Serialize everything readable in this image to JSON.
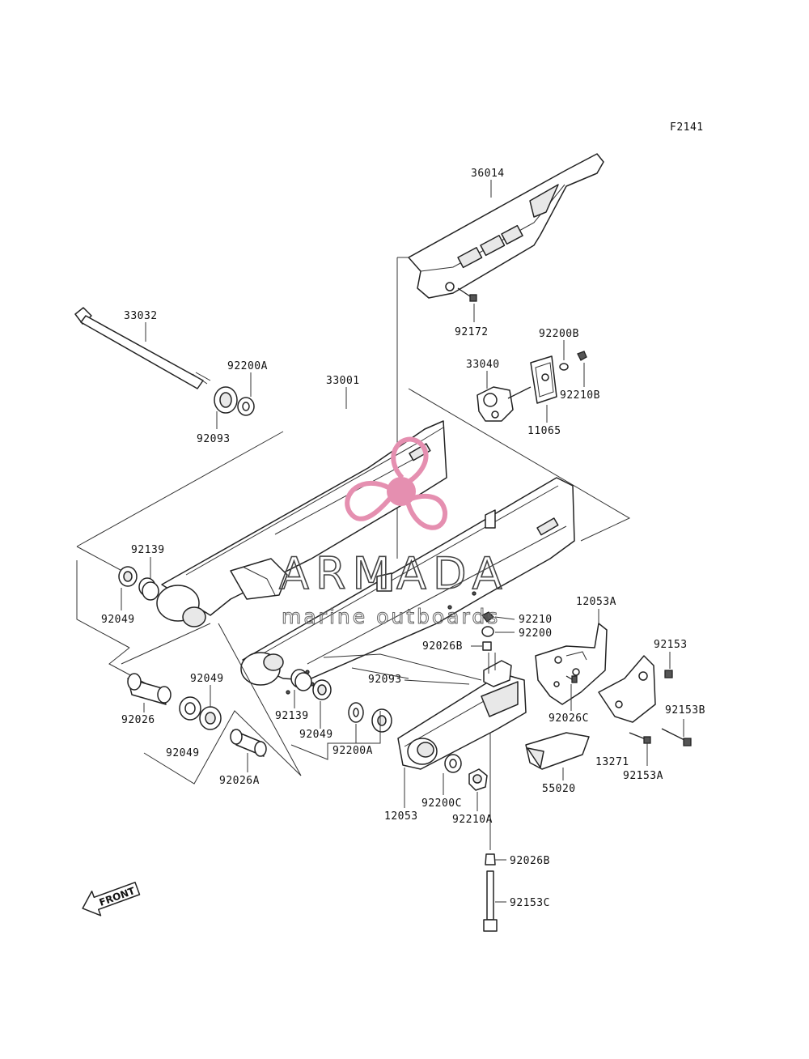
{
  "diagram_code": "F2141",
  "watermark": {
    "brand": "ARMADA",
    "tagline": "marine outboards",
    "logo_color": "#e58fb0",
    "logo": "propeller-logo"
  },
  "direction_marker": "FRONT",
  "parts": [
    {
      "id": "p36014",
      "number": "36014"
    },
    {
      "id": "p92172",
      "number": "92172"
    },
    {
      "id": "p92200B",
      "number": "92200B"
    },
    {
      "id": "p33040",
      "number": "33040"
    },
    {
      "id": "p92210B",
      "number": "92210B"
    },
    {
      "id": "p11065",
      "number": "11065"
    },
    {
      "id": "p33032",
      "number": "33032"
    },
    {
      "id": "p92200A_top",
      "number": "92200A"
    },
    {
      "id": "p33001",
      "number": "33001"
    },
    {
      "id": "p92093_top",
      "number": "92093"
    },
    {
      "id": "p92139_left",
      "number": "92139"
    },
    {
      "id": "p92049_left",
      "number": "92049"
    },
    {
      "id": "p12053A",
      "number": "12053A"
    },
    {
      "id": "p92210",
      "number": "92210"
    },
    {
      "id": "p92200",
      "number": "92200"
    },
    {
      "id": "p92026B_mid",
      "number": "92026B"
    },
    {
      "id": "p92153",
      "number": "92153"
    },
    {
      "id": "p92093_mid",
      "number": "92093"
    },
    {
      "id": "p92049_center",
      "number": "92049"
    },
    {
      "id": "p92026",
      "number": "92026"
    },
    {
      "id": "p92139_mid",
      "number": "92139"
    },
    {
      "id": "p92049_mid",
      "number": "92049"
    },
    {
      "id": "p92026C",
      "number": "92026C"
    },
    {
      "id": "p92153B",
      "number": "92153B"
    },
    {
      "id": "p92049_low",
      "number": "92049"
    },
    {
      "id": "p92200A_low",
      "number": "92200A"
    },
    {
      "id": "p13271",
      "number": "13271"
    },
    {
      "id": "p92153A",
      "number": "92153A"
    },
    {
      "id": "p92026A",
      "number": "92026A"
    },
    {
      "id": "p92200C",
      "number": "92200C"
    },
    {
      "id": "p55020",
      "number": "55020"
    },
    {
      "id": "p12053",
      "number": "12053"
    },
    {
      "id": "p92210A",
      "number": "92210A"
    },
    {
      "id": "p92026B_low",
      "number": "92026B"
    },
    {
      "id": "p92153C",
      "number": "92153C"
    }
  ]
}
